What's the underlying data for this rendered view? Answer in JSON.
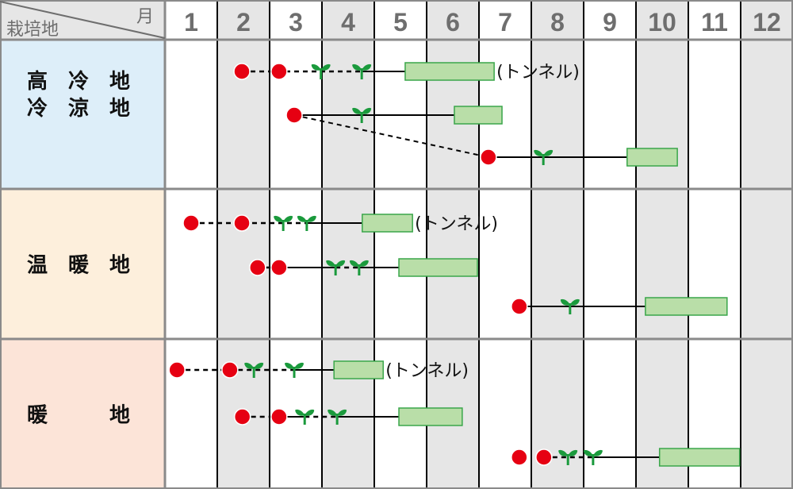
{
  "header": {
    "region_label": "栽培地",
    "month_label": "月",
    "months": [
      "1",
      "2",
      "3",
      "4",
      "5",
      "6",
      "7",
      "8",
      "9",
      "10",
      "11",
      "12"
    ]
  },
  "colors": {
    "dot": "#e60012",
    "sprout": "#1a9a3c",
    "box_fill": "#b9dea8",
    "box_stroke": "#3aa64a",
    "shade": "#e6e6e6"
  },
  "tunnel_label": "(トンネル)",
  "sections": [
    {
      "label_lines": [
        "高　冷　地",
        "冷　涼　地"
      ],
      "bg": "#ddeef9",
      "rows": [
        {
          "dots": [
            2.47,
            3.18
          ],
          "sprouts": [
            3.98,
            4.76
          ],
          "dashed": [
            [
              2.47,
              4.76
            ]
          ],
          "solid": [
            [
              4.76,
              5.59
            ]
          ],
          "box": [
            5.59,
            7.29
          ],
          "tunnel": true
        },
        {
          "dots": [
            3.47
          ],
          "sprouts": [
            4.76
          ],
          "dashed": [],
          "solid": [
            [
              3.47,
              6.53
            ]
          ],
          "box": [
            6.53,
            7.44
          ],
          "tunnel": false
        },
        {
          "dots": [
            7.18
          ],
          "sprouts": [
            8.23
          ],
          "dashed": [],
          "solid": [
            [
              7.18,
              9.83
            ]
          ],
          "box": [
            9.83,
            10.79
          ],
          "tunnel": false
        }
      ],
      "link": {
        "from_row": 1,
        "from": 3.47,
        "to_row": 2,
        "to": 7.18
      }
    },
    {
      "label_lines": [
        "温　暖　地"
      ],
      "bg": "#fdefdc",
      "rows": [
        {
          "dots": [
            1.5,
            2.47
          ],
          "sprouts": [
            3.26,
            3.71
          ],
          "dashed": [
            [
              1.5,
              3.71
            ]
          ],
          "solid": [
            [
              3.71,
              4.77
            ]
          ],
          "box": [
            4.77,
            5.73
          ],
          "tunnel": true
        },
        {
          "dots": [
            2.77,
            3.18
          ],
          "sprouts": [
            4.26,
            4.71
          ],
          "dashed": [
            [
              2.77,
              3.18
            ],
            [
              4.26,
              4.71
            ]
          ],
          "solid": [
            [
              3.18,
              4.26
            ],
            [
              4.71,
              5.47
            ]
          ],
          "box": [
            5.47,
            6.97
          ],
          "tunnel": false
        },
        {
          "dots": [
            7.77
          ],
          "sprouts": [
            8.74
          ],
          "dashed": [],
          "solid": [
            [
              7.77,
              10.18
            ]
          ],
          "box": [
            10.18,
            11.74
          ],
          "tunnel": false
        }
      ]
    },
    {
      "label_lines": [
        "暖　　　地"
      ],
      "bg": "#fce4d8",
      "rows": [
        {
          "dots": [
            1.23,
            2.24
          ],
          "sprouts": [
            2.7,
            3.47
          ],
          "dashed": [
            [
              1.23,
              3.47
            ]
          ],
          "solid": [
            [
              3.47,
              4.23
            ]
          ],
          "box": [
            4.23,
            5.17
          ],
          "tunnel": true
        },
        {
          "dots": [
            2.48,
            3.18
          ],
          "sprouts": [
            3.67,
            4.29
          ],
          "dashed": [
            [
              2.48,
              3.18
            ],
            [
              3.67,
              4.29
            ]
          ],
          "solid": [
            [
              3.18,
              3.67
            ],
            [
              4.29,
              5.47
            ]
          ],
          "box": [
            5.47,
            6.68
          ],
          "tunnel": false
        },
        {
          "dots": [
            7.77,
            8.24
          ],
          "sprouts": [
            8.7,
            9.18
          ],
          "dashed": [
            [
              8.24,
              9.18
            ]
          ],
          "solid": [
            [
              9.18,
              10.45
            ]
          ],
          "box": [
            10.45,
            11.98
          ],
          "tunnel": false
        }
      ]
    }
  ]
}
